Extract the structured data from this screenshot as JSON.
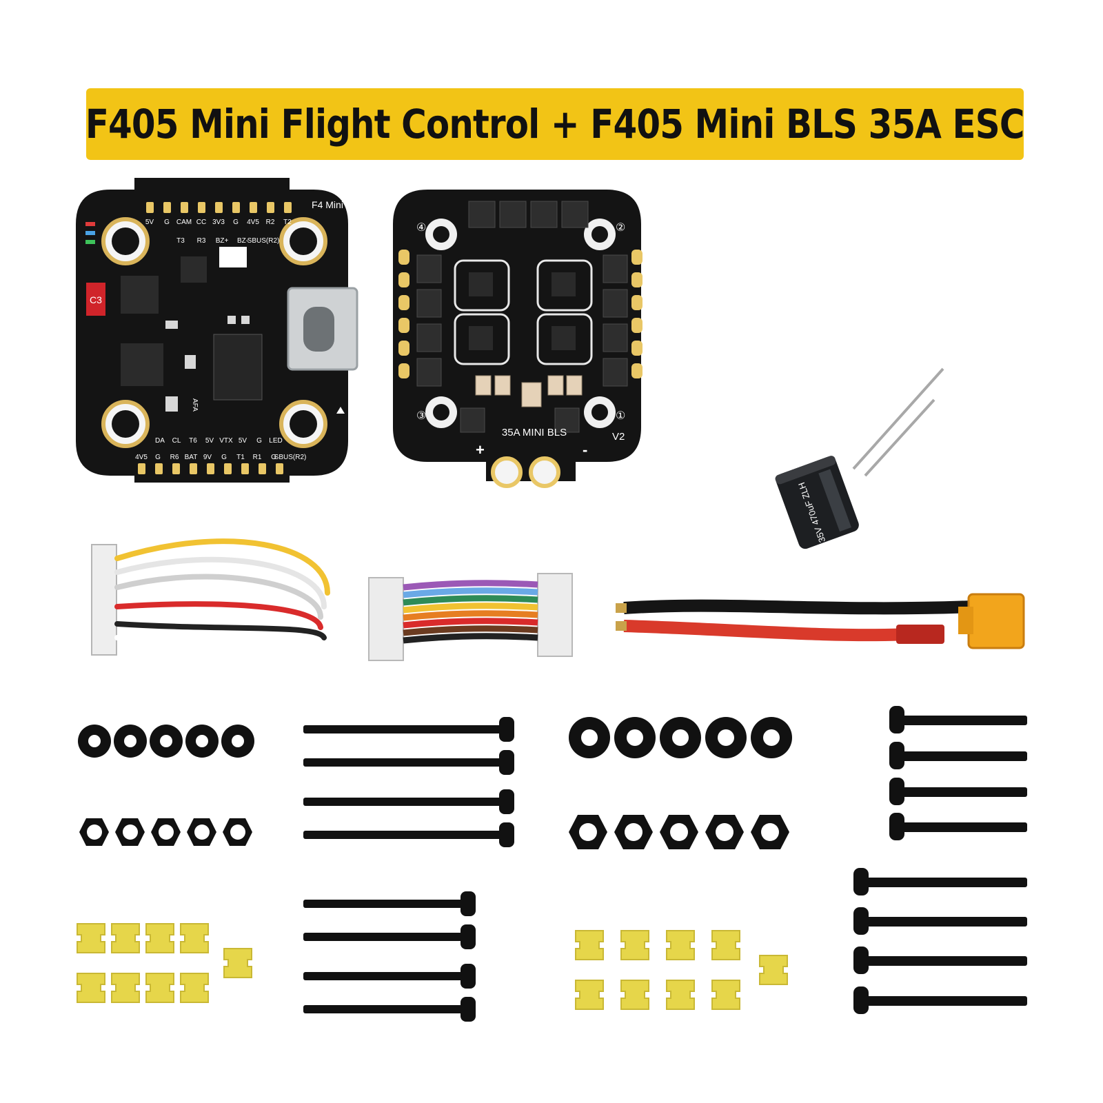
{
  "banner": {
    "title": "F405 Mini Flight Control + F405 Mini BLS 35A ESC"
  },
  "flight_controller": {
    "brand_label": "F4 Mini",
    "top_pads_row1": [
      "5V",
      "G",
      "CAM",
      "CC",
      "3V3",
      "G",
      "4V5",
      "R2",
      "T2"
    ],
    "top_pads_row2": [
      "T3",
      "R3",
      "BZ+",
      "BZ-",
      "SBUS(R2)"
    ],
    "bottom_pads_row1": [
      "DA",
      "CL",
      "T6",
      "5V",
      "VTX",
      "5V",
      "G",
      "LED"
    ],
    "bottom_pads_row2": [
      "4V5",
      "G",
      "R6",
      "BAT",
      "9V",
      "G",
      "T1",
      "R1",
      "G",
      "SBUS(R2)"
    ],
    "chip_label": "C3",
    "small_label": "AFA"
  },
  "esc": {
    "board_label": "35A MINI BLS",
    "version": "V2",
    "plus": "+",
    "minus": "-",
    "motor_marks": [
      "④",
      "②",
      "③",
      "①"
    ]
  },
  "capacitor": {
    "label": "35V 470uF ZLH"
  },
  "colors": {
    "banner": "#f2c416",
    "pcb": "#141414",
    "pad": "#e9c766",
    "damper": "#e6d64a"
  }
}
